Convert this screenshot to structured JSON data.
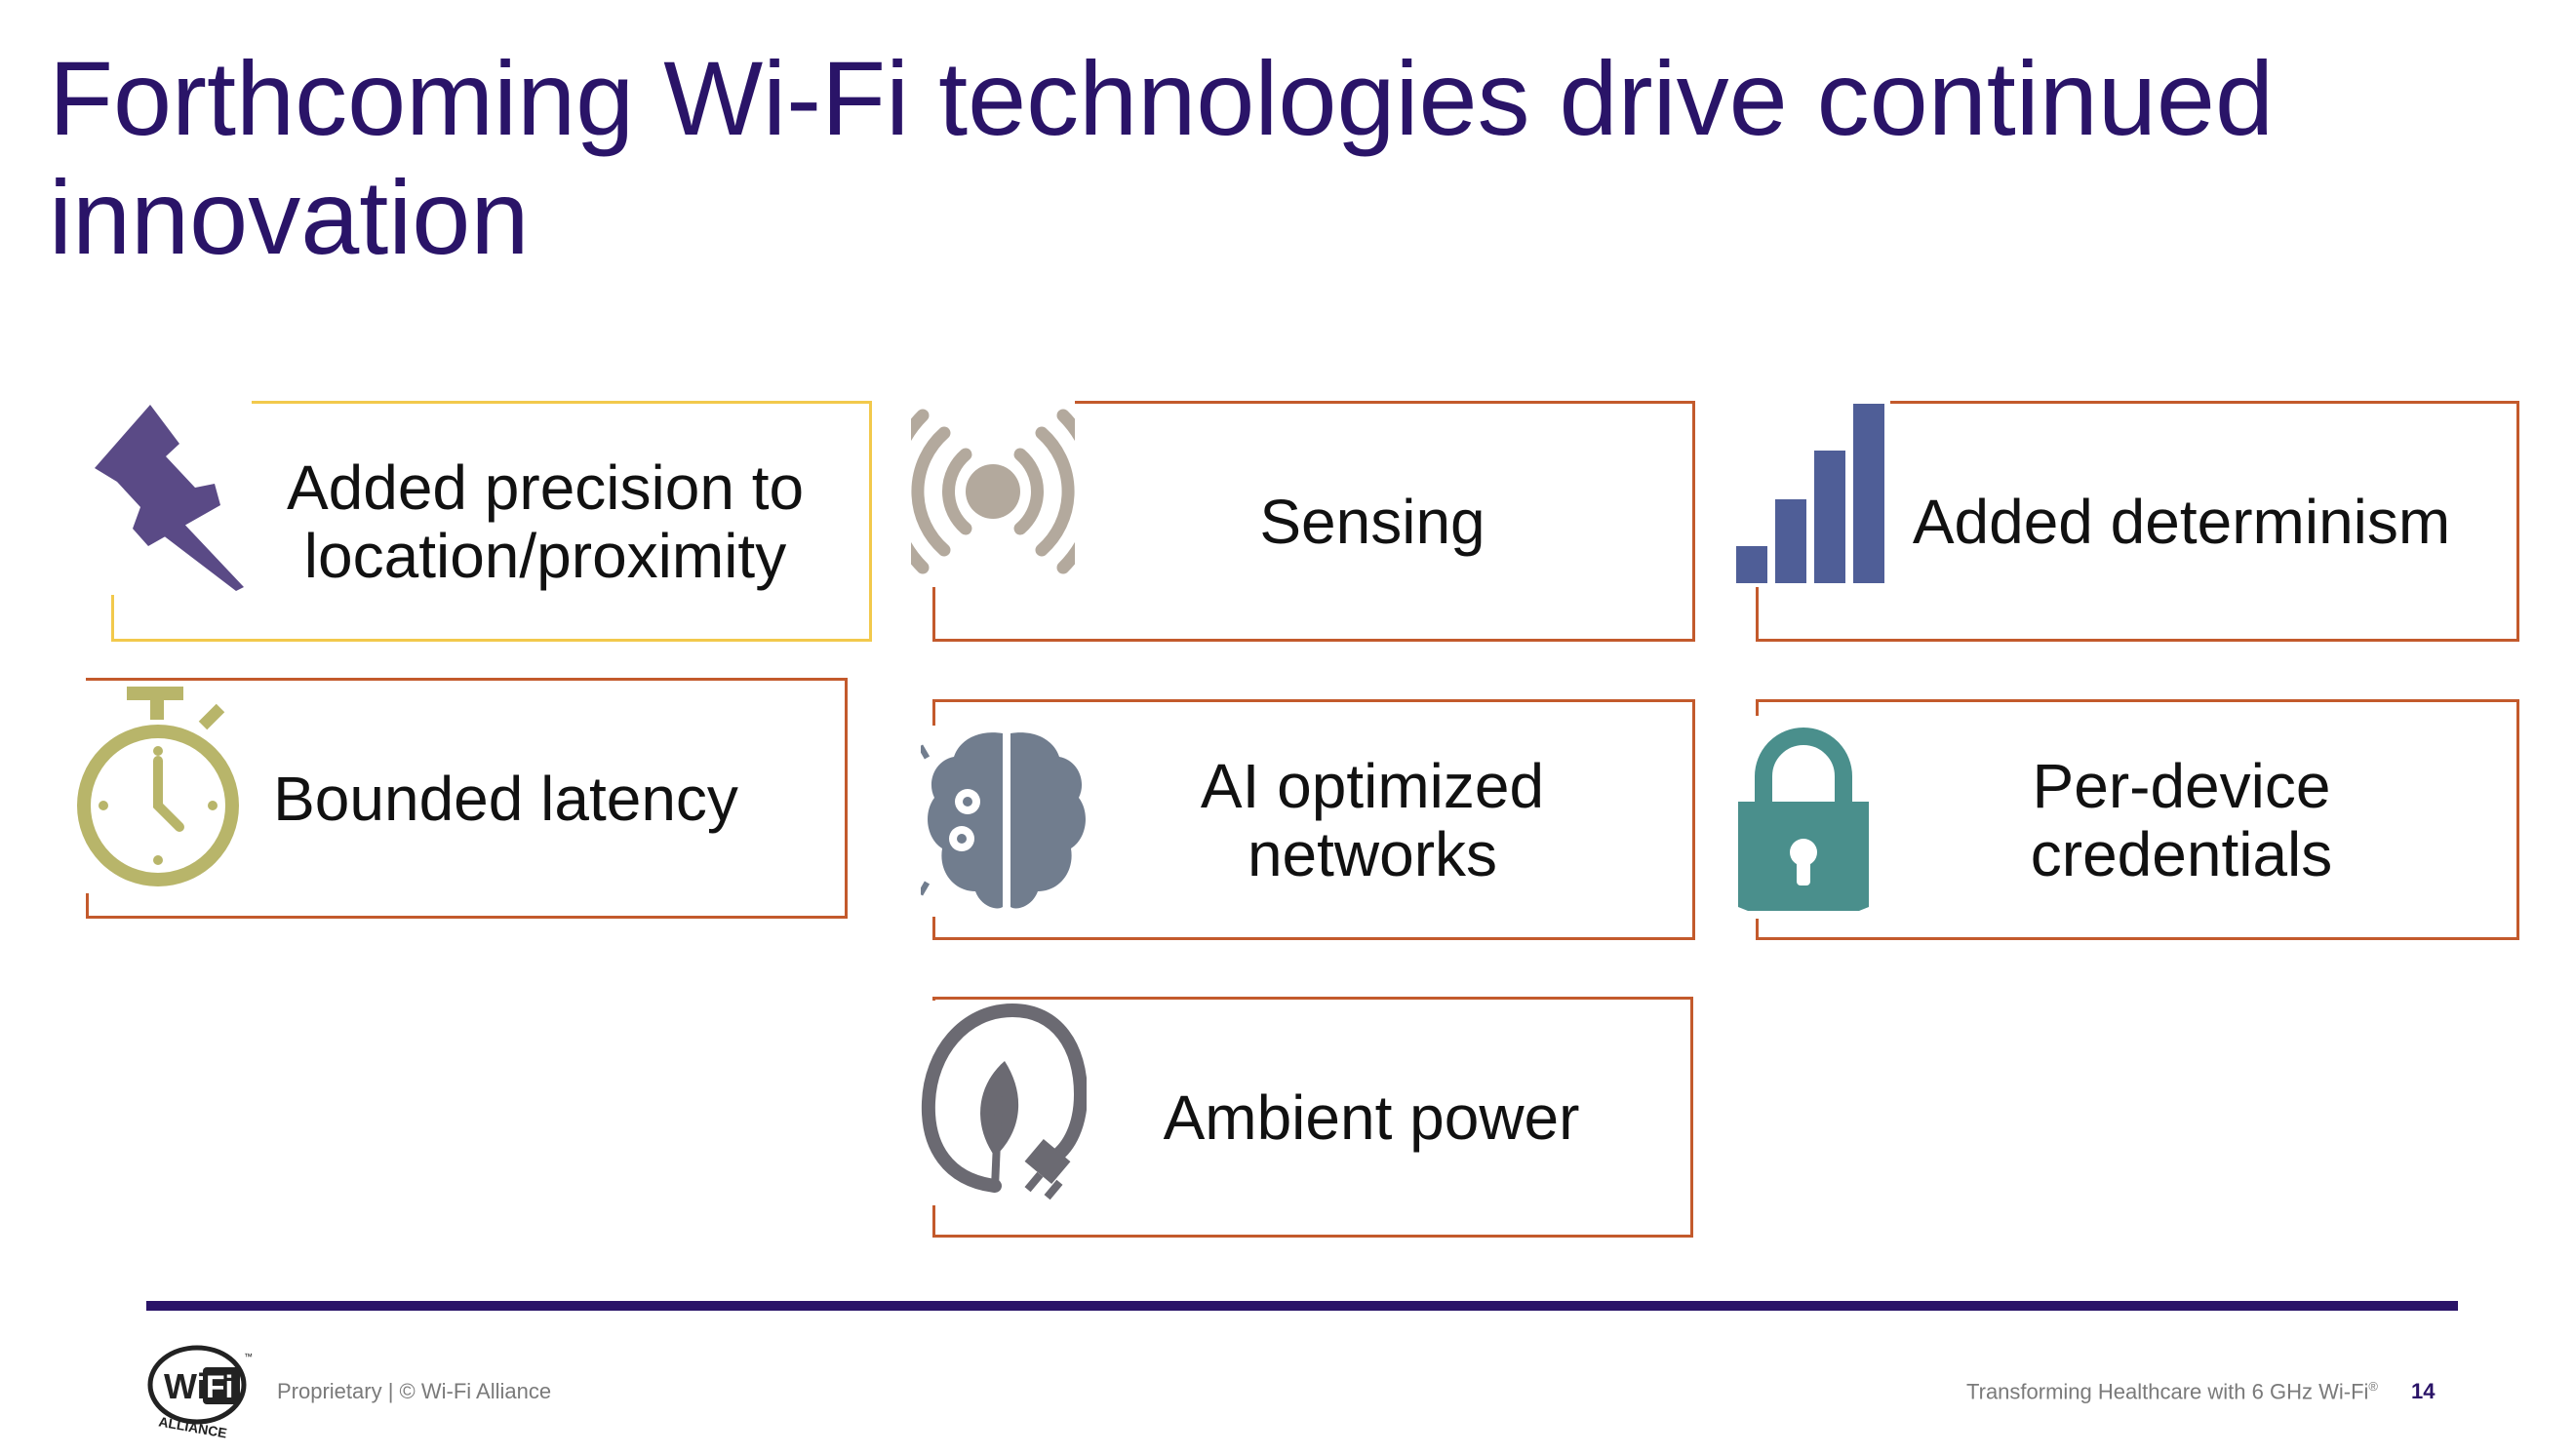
{
  "slide": {
    "title": "Forthcoming Wi-Fi technologies drive continued innovation"
  },
  "cards": {
    "location": "Added precision to\nlocation/proximity",
    "sensing": "Sensing",
    "determinism": "Added determinism",
    "latency": "Bounded latency",
    "ai": "AI optimized\nnetworks",
    "credentials": "Per-device\ncredentials",
    "power": "Ambient power"
  },
  "icons": {
    "location": "pushpin-icon",
    "sensing": "broadcast-signal-icon",
    "determinism": "signal-bars-icon",
    "latency": "stopwatch-icon",
    "ai": "brain-gears-icon",
    "credentials": "padlock-icon",
    "power": "leaf-plug-icon"
  },
  "colors": {
    "title": "#2a1468",
    "card_border": "#c35a2c",
    "selected_border": "#f2c94c",
    "pin": "#5a4a86",
    "sensing": "#b3a99d",
    "bars": "#4f5e97",
    "stopwatch": "#b8b56a",
    "brain": "#717d8e",
    "lock": "#4a8f8c",
    "power": "#6b6a72"
  },
  "footer": {
    "left": "Proprietary | © Wi-Fi Alliance",
    "right": "Transforming Healthcare with 6 GHz Wi-Fi",
    "right_mark": "®",
    "page_number": "14",
    "logo_wi": "Wi",
    "logo_fi": "Fi",
    "logo_tm": "™",
    "logo_alliance": "ALLIANCE"
  }
}
